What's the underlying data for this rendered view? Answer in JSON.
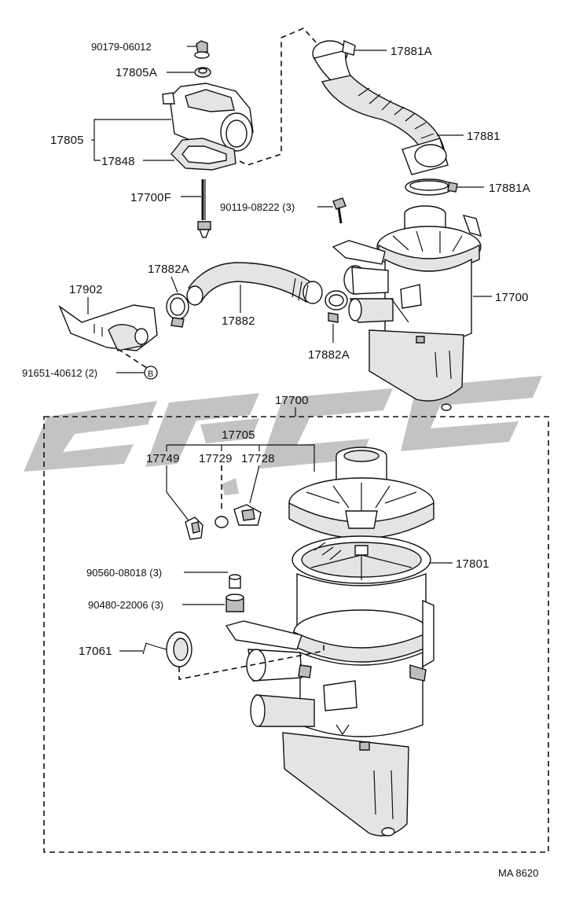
{
  "diagram": {
    "labels": {
      "p90179": "90179-06012",
      "p17805A": "17805A",
      "p17805": "17805",
      "p17848": "17848",
      "p17700F": "17700F",
      "p90119": "90119-08222 (3)",
      "p17881A_top": "17881A",
      "p17881": "17881",
      "p17881A_bottom": "17881A",
      "p17882A_left": "17882A",
      "p17902": "17902",
      "p17882": "17882",
      "p17700_assembly": "17700",
      "p17882A_right": "17882A",
      "p91651": "91651-40612 (2)",
      "marker_b": "B",
      "p17700_box": "17700",
      "p17705": "17705",
      "p17749": "17749",
      "p17729": "17729",
      "p17728": "17728",
      "p17801": "17801",
      "p90560": "90560-08018 (3)",
      "p90480": "90480-22006 (3)",
      "p17061": "17061",
      "footer_code": "MA  8620"
    },
    "icons": {
      "watermark": "brand-watermark-logo",
      "marker": "circled-letter-marker"
    }
  }
}
